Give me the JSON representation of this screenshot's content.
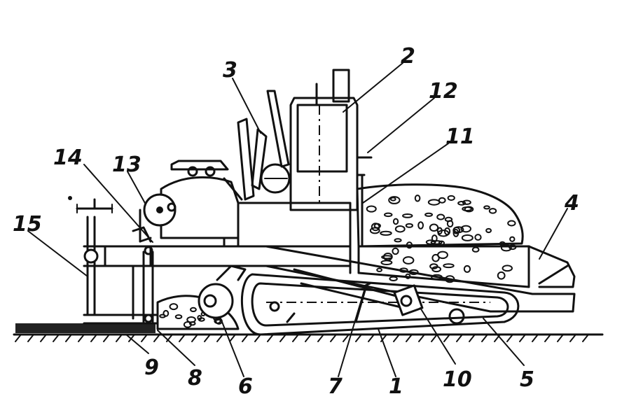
{
  "labels": {
    "l1": "1",
    "l2": "2",
    "l3": "3",
    "l4": "4",
    "l5": "5",
    "l6": "6",
    "l7": "7",
    "l8": "8",
    "l9": "9",
    "l10": "10",
    "l11": "11",
    "l12": "12",
    "l13": "13",
    "l14": "14",
    "l15": "15"
  },
  "colors": {
    "ink": "#111111",
    "paper": "#ffffff"
  }
}
